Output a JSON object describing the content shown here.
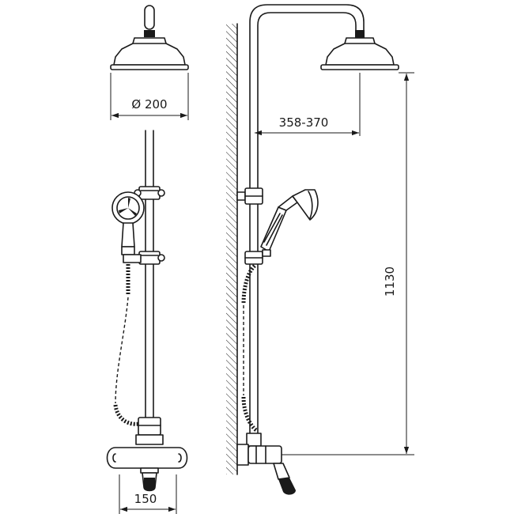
{
  "dimensions": {
    "head_diameter": "Ø 200",
    "arm_reach": "358-370",
    "height": "1130",
    "mixer_width": "150"
  }
}
